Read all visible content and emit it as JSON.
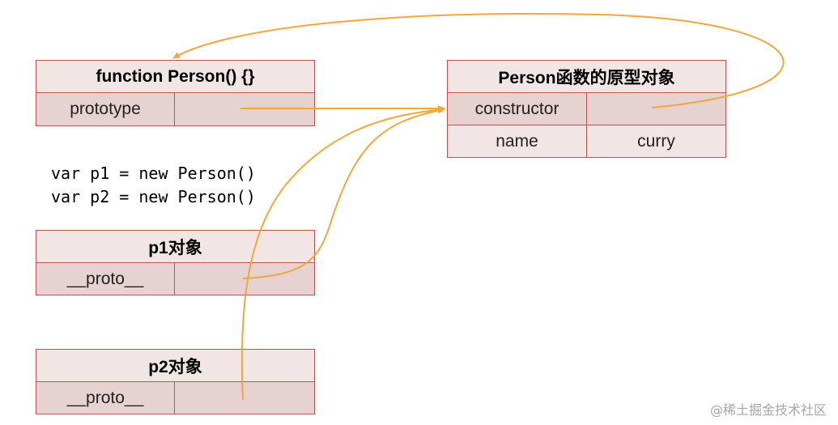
{
  "person_function": {
    "title": "function Person() {}",
    "row_label": "prototype"
  },
  "prototype_object": {
    "title": "Person函数的原型对象",
    "rows": [
      {
        "key": "constructor",
        "value": ""
      },
      {
        "key": "name",
        "value": "curry"
      }
    ]
  },
  "code_lines": [
    "var p1 = new Person()",
    "var p2 = new Person()"
  ],
  "p1_object": {
    "title": "p1对象",
    "row_label": "__proto__"
  },
  "p2_object": {
    "title": "p2对象",
    "row_label": "__proto__"
  },
  "arrow_color": "#f0a83a",
  "watermark": "@稀土掘金技术社区"
}
